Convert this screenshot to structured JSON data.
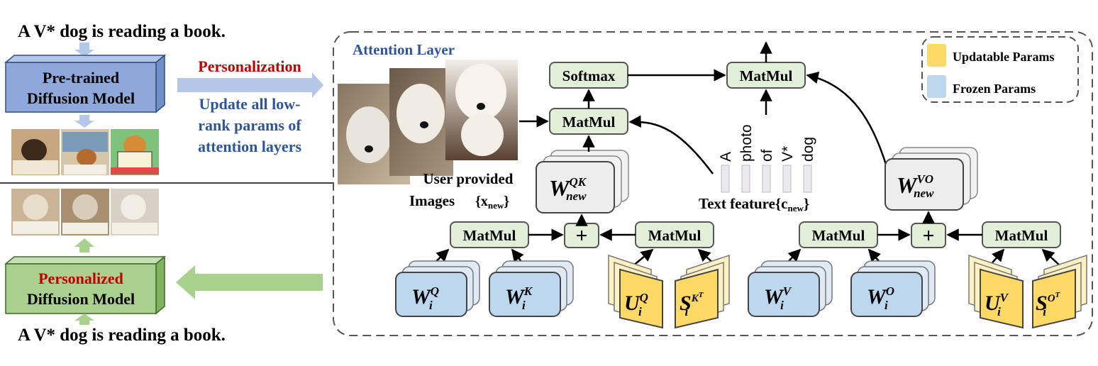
{
  "prompt_top": "A V* dog is reading a book.",
  "prompt_bottom": "A V* dog is reading a book.",
  "pretrained_line1": "Pre-trained",
  "pretrained_line2": "Diffusion Model",
  "personalized_line1": "Personalized",
  "personalized_line2": "Diffusion Model",
  "personalization_label": "Personalization",
  "update_line1": "Update all low-",
  "update_line2": "rank params of",
  "update_line3": "attention layers",
  "attention_layer_title": "Attention Layer",
  "legend": {
    "updatable": "Updatable Params",
    "frozen": "Frozen Params"
  },
  "softmax": "Softmax",
  "matmul": "MatMul",
  "plus": "+",
  "user_images_line1": "User provided",
  "user_images_line2": "Images",
  "user_images_math": "{x",
  "user_images_sub": "new",
  "text_feature_label": "Text feature",
  "text_feature_math": "{c",
  "text_feature_sub": "new",
  "tokens": [
    "A",
    "photo",
    "of",
    "V*",
    "dog"
  ],
  "w_qk": {
    "base": "W",
    "sup": "QK",
    "sub": "new"
  },
  "w_vo": {
    "base": "W",
    "sup": "VO",
    "sub": "new"
  },
  "weights": {
    "wq": {
      "base": "W",
      "sup": "Q",
      "sub": "i"
    },
    "wk": {
      "base": "W",
      "sup": "K",
      "sub": "i"
    },
    "uq": {
      "base": "U",
      "sup": "Q",
      "sub": "i"
    },
    "sk": {
      "base": "S",
      "sup": "K",
      "sup2": "T",
      "sub": "i"
    },
    "wv": {
      "base": "W",
      "sup": "V",
      "sub": "i"
    },
    "wo": {
      "base": "W",
      "sup": "O",
      "sub": "i"
    },
    "uv": {
      "base": "U",
      "sup": "V",
      "sub": "i"
    },
    "so": {
      "base": "S",
      "sup": "O",
      "sup2": "T",
      "sub": "i"
    }
  },
  "colors": {
    "blue_box": "#8FA8DC",
    "green_box": "#A9D08E",
    "node_green": "#E2F0D9",
    "frozen_blue": "#BDD7EE",
    "updatable_yellow": "#FFD966",
    "gray_box": "#EDEDED",
    "red_text": "#C00000",
    "blue_text": "#2E5597",
    "arrow_blue": "#B4C7E7",
    "arrow_green": "#A9D18E"
  }
}
